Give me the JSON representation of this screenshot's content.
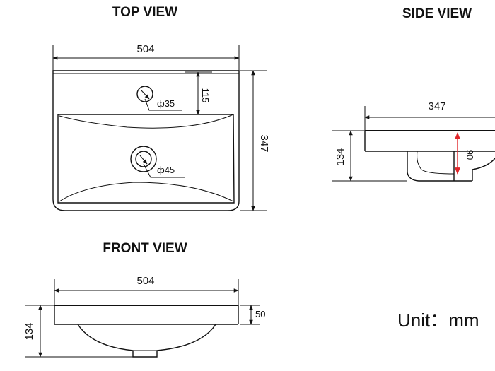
{
  "views": {
    "top": {
      "title": "TOP VIEW",
      "width": "504",
      "depth": "347",
      "tap_offset": "115",
      "tap_hole": "ф35",
      "drain_hole": "ф45"
    },
    "side": {
      "title": "SIDE VIEW",
      "depth": "347",
      "height": "134",
      "bowl_depth": "90"
    },
    "front": {
      "title": "FRONT VIEW",
      "width": "504",
      "height": "134",
      "rim": "50"
    }
  },
  "unit_label": "Unit：mm",
  "colors": {
    "line": "#111111",
    "accent": "#e0262a"
  }
}
